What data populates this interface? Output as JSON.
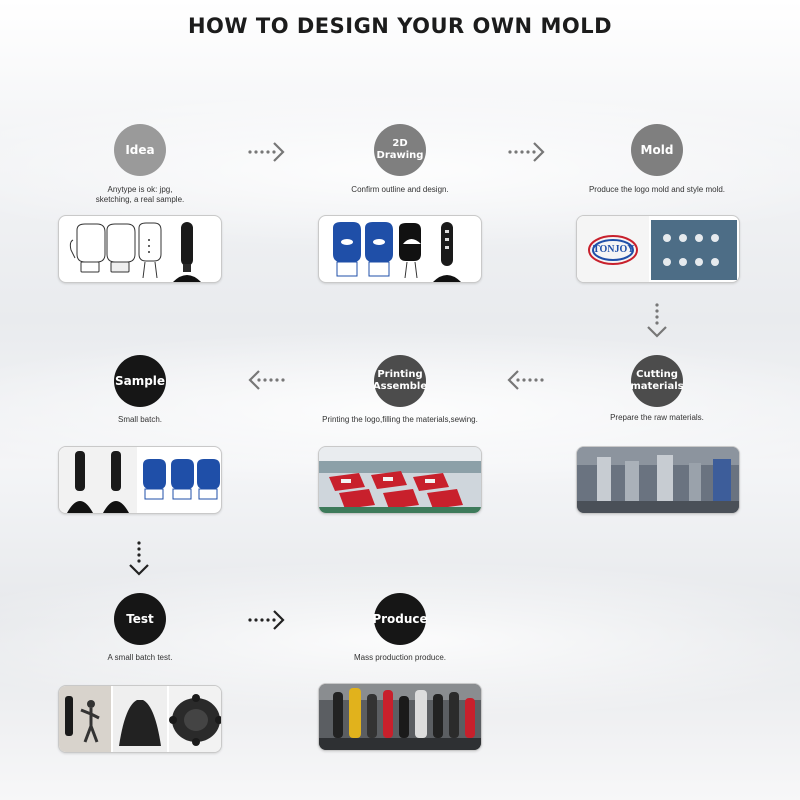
{
  "title": "HOW TO DESIGN YOUR OWN MOLD",
  "steps": [
    {
      "id": "idea",
      "label": "Idea",
      "desc": "Anytype is ok: jpg,\nsketching, a real sample."
    },
    {
      "id": "drawing",
      "label": "2D\nDrawing",
      "desc": "Confirm outline and design."
    },
    {
      "id": "mold",
      "label": "Mold",
      "desc": "Produce the logo mold and style mold."
    },
    {
      "id": "cutting",
      "label": "Cutting\nmaterials",
      "desc": "Prepare the raw materials."
    },
    {
      "id": "printing",
      "label": "Printing\nAssemble",
      "desc": "Printing the logo,filling the materials,sewing."
    },
    {
      "id": "sample",
      "label": "Sample",
      "desc": "Small batch."
    },
    {
      "id": "test",
      "label": "Test",
      "desc": "A small batch test."
    },
    {
      "id": "produce",
      "label": "Produce",
      "desc": "Mass production produce."
    }
  ],
  "mold_logo_text": "TONJOY",
  "colors": {
    "glove_blue": "#1f4fa8",
    "accent_red": "#c8202c",
    "circle_black": "#161616"
  }
}
